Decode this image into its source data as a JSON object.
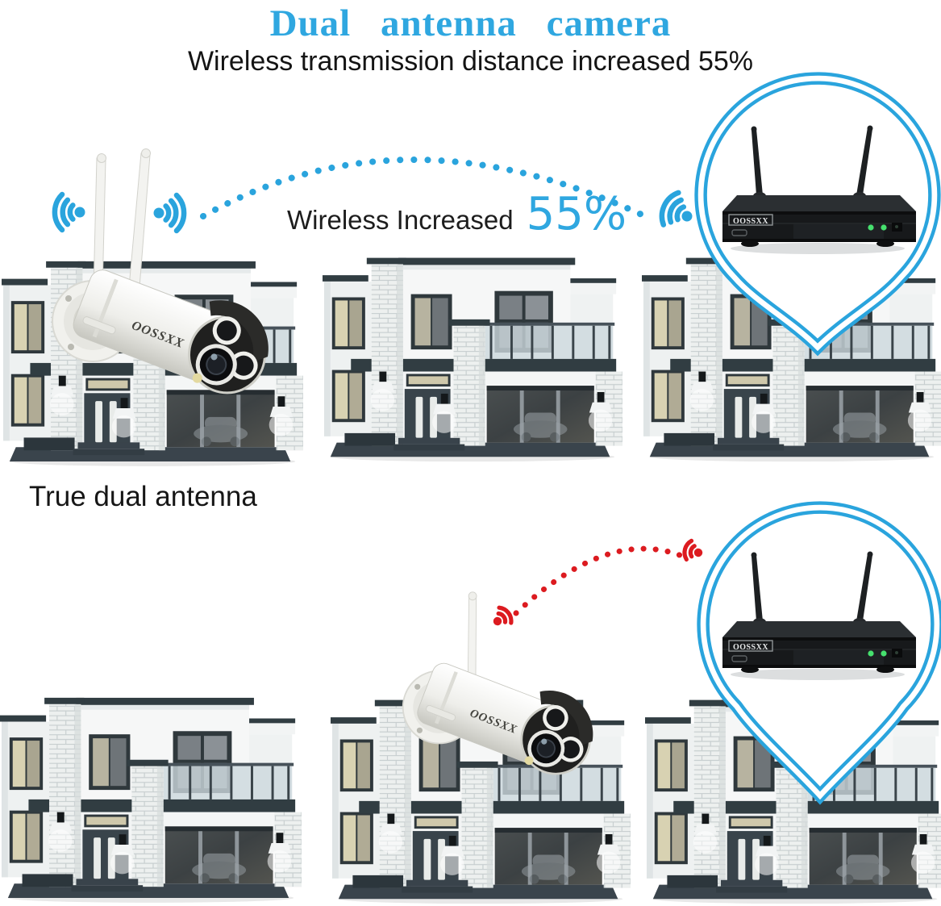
{
  "header": {
    "title": "Dual antenna camera",
    "subtitle": "Wireless transmission distance increased 55%"
  },
  "top_scene": {
    "annotation_label": "Wireless Increased",
    "annotation_value": "55%",
    "camera_brand": "OOSSXX",
    "nvr_brand": "OOSSXX",
    "camera_antennas": "2",
    "signal_color": "#2BA7DF"
  },
  "bottom_scene": {
    "label": "True dual antenna",
    "camera_brand": "OOSSXX",
    "nvr_brand": "OOSSXX",
    "camera_antennas": "1",
    "signal_color": "#DC1B20"
  },
  "colors": {
    "title_blue": "#2FA7E0",
    "accent_blue": "#2AA4DD",
    "signal_red": "#DC1B20",
    "nvr_led_green": "#46E06E",
    "house_trim": "#313D42",
    "wall_white": "#F6F7F7"
  }
}
